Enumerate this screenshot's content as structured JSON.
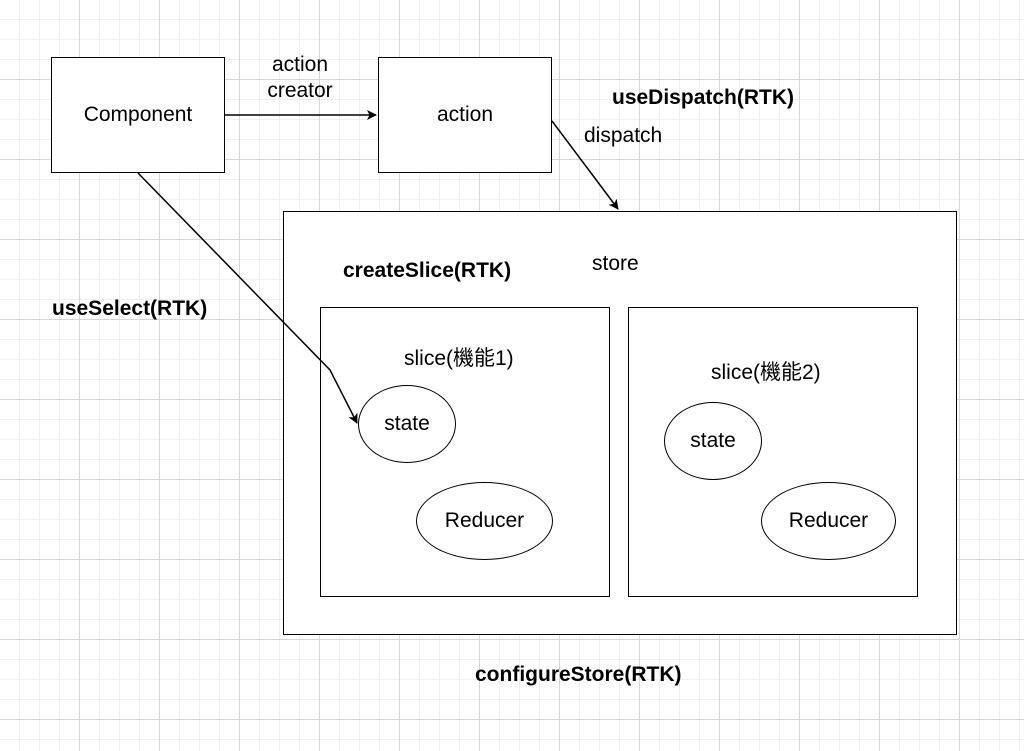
{
  "nodes": {
    "component": "Component",
    "action": "action",
    "store": "store",
    "slice1": "slice(機能1)",
    "slice2": "slice(機能2)",
    "state1": "state",
    "reducer1": "Reducer",
    "state2": "state",
    "reducer2": "Reducer"
  },
  "edges": {
    "action_creator_line1": "action",
    "action_creator_line2": "creator",
    "dispatch": "dispatch"
  },
  "annotations": {
    "use_dispatch": "useDispatch(RTK)",
    "use_select": "useSelect(RTK)",
    "create_slice": "createSlice(RTK)",
    "configure_store": "configureStore(RTK)"
  },
  "colors": {
    "stroke": "#000000",
    "grid": "#d6d6d6",
    "background": "#ffffff"
  }
}
